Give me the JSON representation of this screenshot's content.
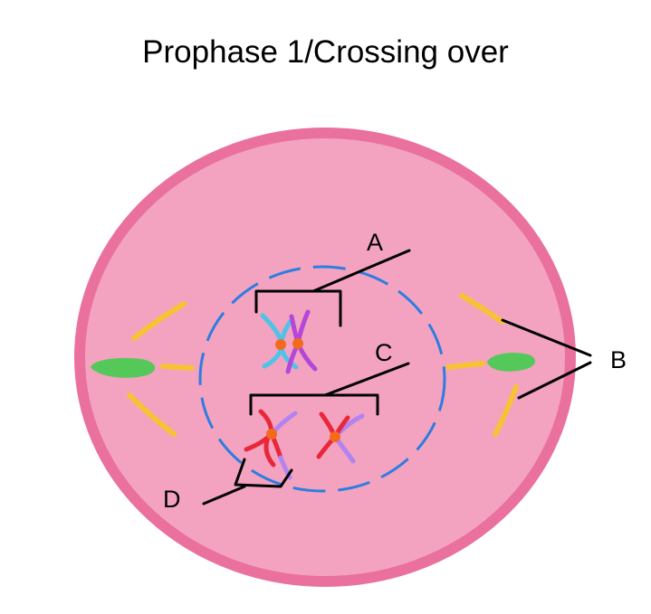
{
  "title": "Prophase 1/Crossing over",
  "labels": {
    "a": "A",
    "b": "B",
    "c": "C",
    "d": "D"
  },
  "colors": {
    "cell_fill": "#f3a3c0",
    "cell_membrane": "#ea709d",
    "nuclear_envelope": "#2d7de0",
    "spindle_fibers": "#f7c234",
    "centrosome": "#55c85a",
    "centromere": "#f46a1d",
    "chromatid_cyan": "#4ec3e8",
    "chromatid_magenta": "#b447d8",
    "chromatid_red": "#e8283a",
    "chromatid_lavender": "#b182f0"
  }
}
